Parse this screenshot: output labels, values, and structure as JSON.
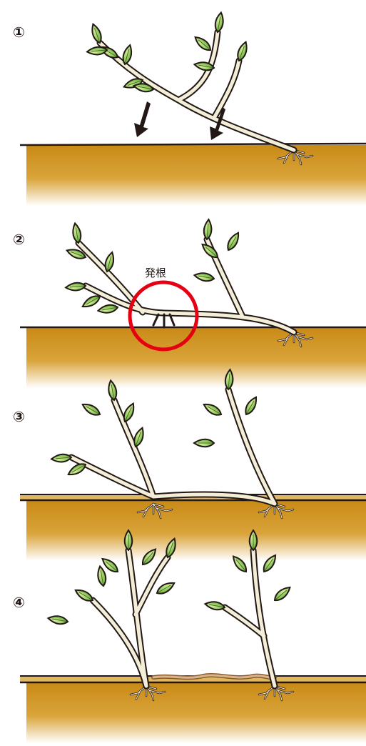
{
  "steps": [
    {
      "number": "①",
      "stage": "bend-branch"
    },
    {
      "number": "②",
      "stage": "rooting"
    },
    {
      "number": "③",
      "stage": "new-shoots"
    },
    {
      "number": "④",
      "stage": "separated"
    }
  ],
  "callout": {
    "text": "発根",
    "marker": "red-circle"
  },
  "colors": {
    "soil": "#c98a16",
    "soil_light": "#ffffff",
    "stem": "#f3eed8",
    "outline": "#231815",
    "leaf": "#7cc242",
    "leaf_light": "#d6ee9b",
    "arrow": "#231815",
    "circle": "#e50012",
    "cut_branch": "#d9b48a"
  }
}
